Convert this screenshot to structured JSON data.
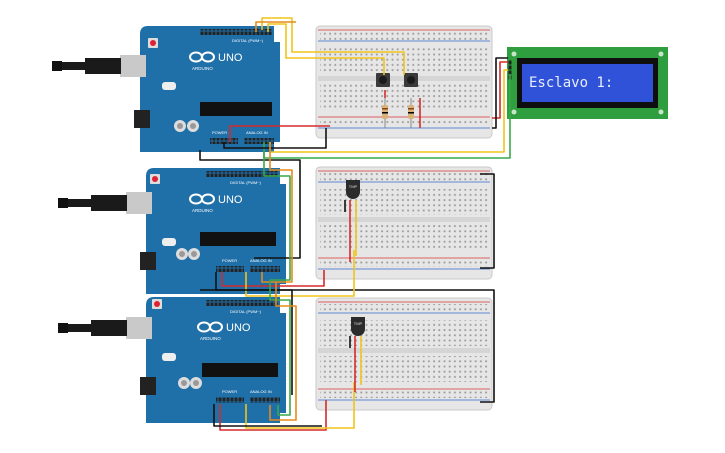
{
  "lcd": {
    "text": "Esclavo 1:"
  },
  "boards": [
    {
      "id": "master",
      "uno_label": "UNO",
      "brand_label": "ARDUINO",
      "digital_label": "DIGITAL (PWM~)",
      "power_label": "POWER",
      "analog_label": "ANALOG IN"
    },
    {
      "id": "slave1",
      "uno_label": "UNO",
      "brand_label": "ARDUINO",
      "digital_label": "DIGITAL (PWM~)",
      "power_label": "POWER",
      "analog_label": "ANALOG IN"
    },
    {
      "id": "slave2",
      "uno_label": "UNO",
      "brand_label": "ARDUINO",
      "digital_label": "DIGITAL (PWM~)",
      "power_label": "POWER",
      "analog_label": "ANALOG IN"
    }
  ],
  "sensors": [
    {
      "label": "TMP"
    },
    {
      "label": "TMP"
    }
  ],
  "colors": {
    "board": "#1f6fa8",
    "board_dark": "#14507c",
    "breadboard": "#e9e9e9",
    "lcd_bezel": "#2e9e3e",
    "lcd_screen": "#2f52d8",
    "lcd_text": "#e8eefc",
    "wire_red": "#d62a2a",
    "wire_yellow": "#f0c419",
    "wire_green": "#3aa84a",
    "wire_orange": "#e88a1a",
    "wire_black": "#111111"
  }
}
